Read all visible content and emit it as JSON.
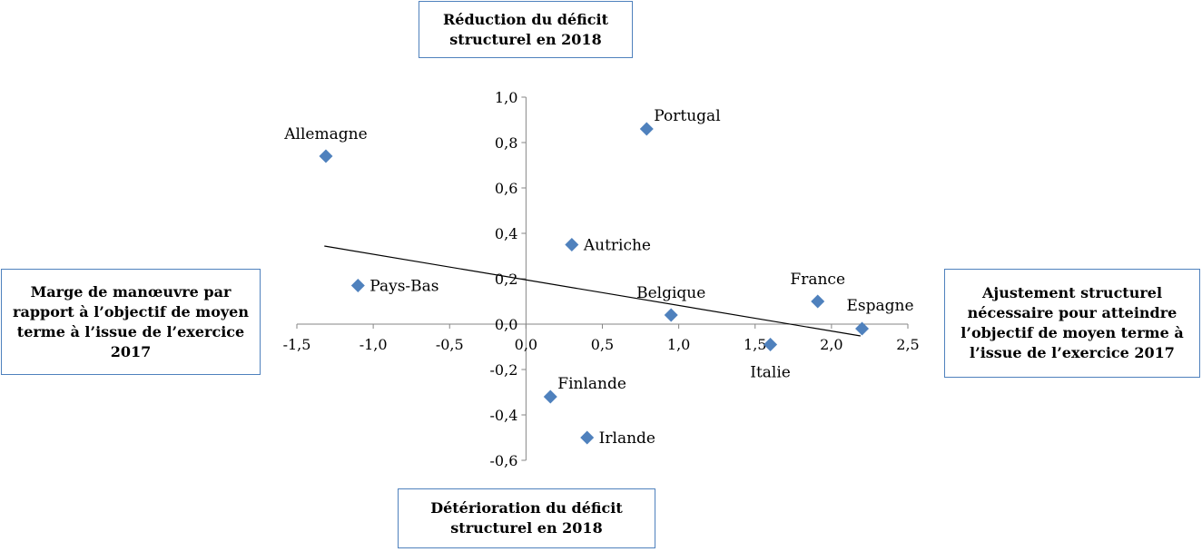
{
  "chart_data": {
    "type": "scatter",
    "title": "",
    "xlim": [
      -1.5,
      2.5
    ],
    "ylim": [
      -0.6,
      1.0
    ],
    "x_ticks": [
      "-1,5",
      "-1,0",
      "-0,5",
      "0,0",
      "0,5",
      "1,0",
      "1,5",
      "2,0",
      "2,5"
    ],
    "y_ticks": [
      "1,0",
      "0,8",
      "0,6",
      "0,4",
      "0,2",
      "0,0",
      "-0,2",
      "-0,4",
      "-0,6"
    ],
    "grid": false,
    "points": [
      {
        "label": "Allemagne",
        "x": -1.31,
        "y": 0.74,
        "label_pos": "above"
      },
      {
        "label": "Portugal",
        "x": 0.79,
        "y": 0.86,
        "label_pos": "above-right"
      },
      {
        "label": "Autriche",
        "x": 0.3,
        "y": 0.35,
        "label_pos": "right"
      },
      {
        "label": "Pays-Bas",
        "x": -1.1,
        "y": 0.17,
        "label_pos": "right"
      },
      {
        "label": "Belgique",
        "x": 0.95,
        "y": 0.04,
        "label_pos": "above"
      },
      {
        "label": "France",
        "x": 1.91,
        "y": 0.1,
        "label_pos": "above"
      },
      {
        "label": "Espagne",
        "x": 2.2,
        "y": -0.02,
        "label_pos": "above"
      },
      {
        "label": "Italie",
        "x": 1.6,
        "y": -0.09,
        "label_pos": "below"
      },
      {
        "label": "Finlande",
        "x": 0.16,
        "y": -0.32,
        "label_pos": "above-right"
      },
      {
        "label": "Irlande",
        "x": 0.4,
        "y": -0.5,
        "label_pos": "right"
      }
    ],
    "trendline": {
      "x": [
        -1.32,
        2.19
      ],
      "y": [
        0.344,
        -0.052
      ]
    },
    "marker_color": "#4f81bd",
    "quadrant_labels": {
      "top": "Réduction du déficit structurel en 2018",
      "bottom": "Détérioration du déficit structurel en 2018",
      "left": "Marge de manœuvre par rapport à l’objectif de moyen terme à l’issue de l’exercice 2017",
      "right": "Ajustement structurel nécessaire pour atteindre l’objectif de moyen terme à l’issue de l’exercice 2017"
    }
  }
}
